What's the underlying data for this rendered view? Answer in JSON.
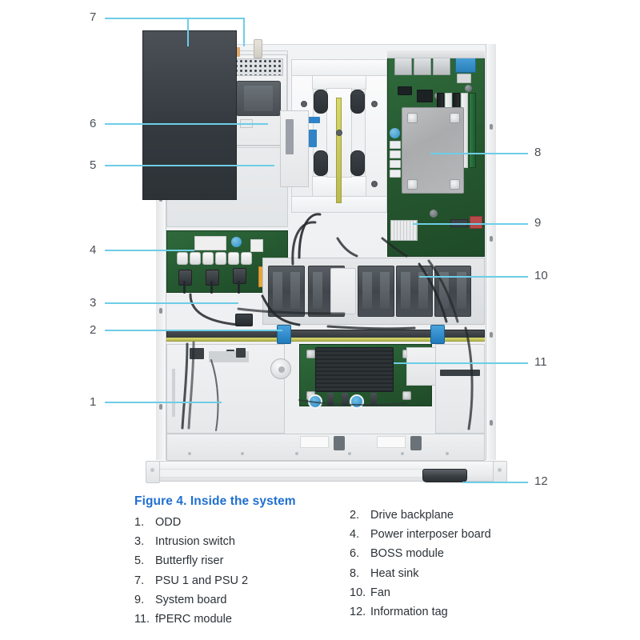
{
  "figure": {
    "caption": "Figure 4. Inside the system",
    "caption_color": "#1f6fd0",
    "callout_line_color": "#6ECDE8",
    "callout_number_color": "#4a4f55"
  },
  "callouts": {
    "left": [
      {
        "number": "7",
        "target": "psu-1-and-psu-2"
      },
      {
        "number": "6",
        "target": "boss-module"
      },
      {
        "number": "5",
        "target": "butterfly-riser"
      },
      {
        "number": "4",
        "target": "power-interposer-board"
      },
      {
        "number": "3",
        "target": "intrusion-switch"
      },
      {
        "number": "2",
        "target": "drive-backplane"
      },
      {
        "number": "1",
        "target": "odd"
      }
    ],
    "right": [
      {
        "number": "8",
        "target": "heat-sink"
      },
      {
        "number": "9",
        "target": "system-board"
      },
      {
        "number": "10",
        "target": "fan"
      },
      {
        "number": "11",
        "target": "fperc-module"
      },
      {
        "number": "12",
        "target": "information-tag"
      }
    ]
  },
  "legend": {
    "left_column": [
      {
        "number": "1.",
        "label": "ODD"
      },
      {
        "number": "3.",
        "label": "Intrusion switch"
      },
      {
        "number": "5.",
        "label": "Butterfly riser"
      },
      {
        "number": "7.",
        "label": "PSU 1 and PSU 2"
      },
      {
        "number": "9.",
        "label": "System board"
      },
      {
        "number": "11.",
        "label": "fPERC module"
      }
    ],
    "right_column": [
      {
        "number": "2.",
        "label": "Drive backplane"
      },
      {
        "number": "4.",
        "label": "Power interposer board"
      },
      {
        "number": "6.",
        "label": "BOSS module"
      },
      {
        "number": "8.",
        "label": "Heat sink"
      },
      {
        "number": "10.",
        "label": "Fan"
      },
      {
        "number": "12.",
        "label": "Information tag"
      }
    ]
  },
  "components": {
    "psu_1": "PSU 1",
    "psu_2": "PSU 2",
    "boss_module": "BOSS module",
    "butterfly_riser": "Butterfly riser",
    "power_interposer_board": "Power interposer board",
    "system_board": "System board",
    "heat_sink": "Heat sink",
    "fan": "Fan",
    "drive_backplane": "Drive backplane",
    "intrusion_switch": "Intrusion switch",
    "odd": "ODD",
    "fperc_module": "fPERC module",
    "information_tag": "Information tag"
  }
}
